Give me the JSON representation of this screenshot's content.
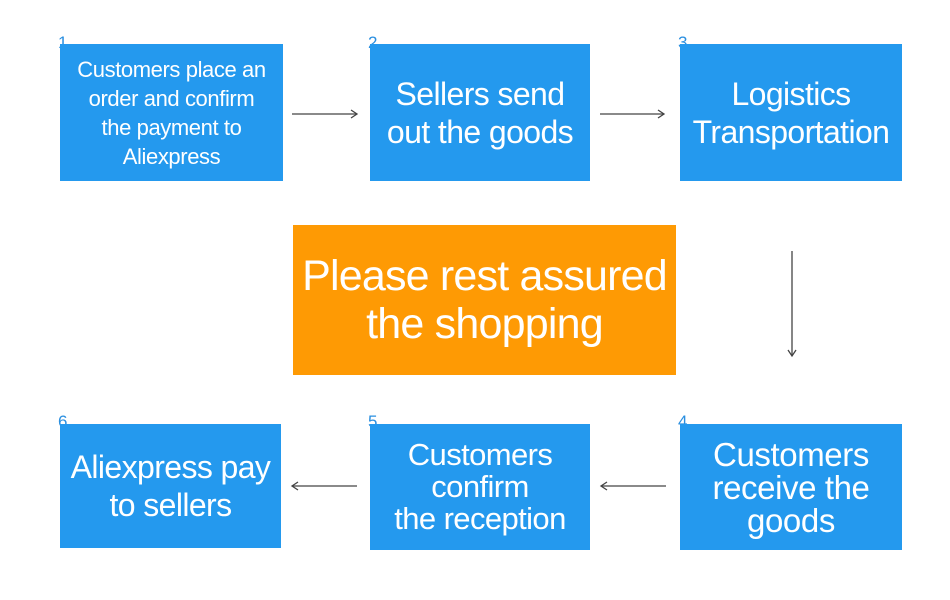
{
  "steps": [
    {
      "number": "1",
      "text": "Customers place an\norder and confirm\nthe payment to\nAliexpress"
    },
    {
      "number": "2",
      "text": "Sellers send\nout the goods"
    },
    {
      "number": "3",
      "text": "Logistics\nTransportation"
    },
    {
      "number": "4",
      "text": "Customers\nreceive the\ngoods"
    },
    {
      "number": "5",
      "text": "Customers\nconfirm\nthe reception"
    },
    {
      "number": "6",
      "text": "Aliexpress pay\nto sellers"
    }
  ],
  "center": {
    "text": "Please rest assured\nthe shopping"
  },
  "colors": {
    "step_box": "#2499ee",
    "center_box": "#fe9a04",
    "step_number": "#2a8fe0",
    "arrow": "#444444"
  }
}
